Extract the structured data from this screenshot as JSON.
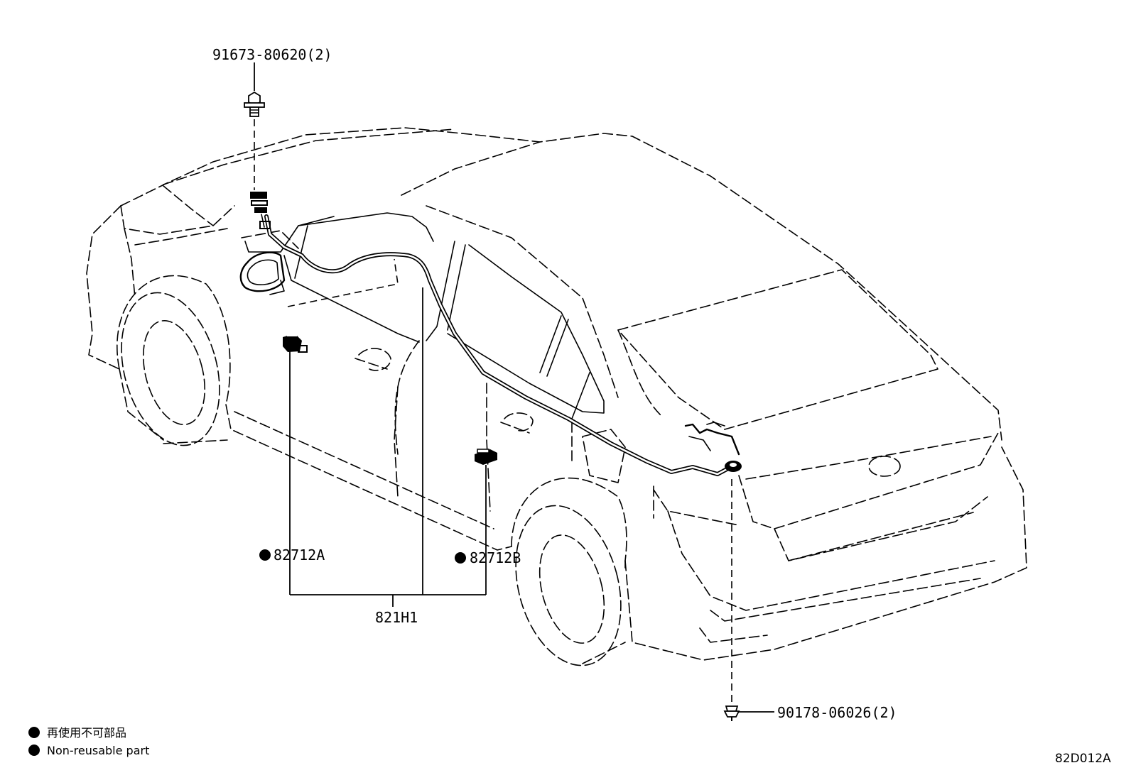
{
  "parts": {
    "bolt_top": "91673-80620(2)",
    "part_a": "82712A",
    "part_b": "82712B",
    "assembly": "821H1",
    "clip_bottom": "90178-06026(2)"
  },
  "legend": {
    "jp": "再使用不可部品",
    "en": "Non-reusable part"
  },
  "figure_id": "82D012A"
}
